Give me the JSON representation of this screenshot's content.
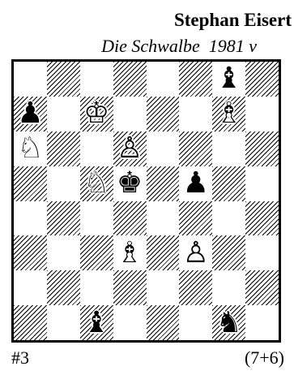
{
  "header": {
    "author": "Stephan Eisert",
    "source": "Die Schwalbe  1981 v"
  },
  "board": {
    "files": [
      "a",
      "b",
      "c",
      "d",
      "e",
      "f",
      "g",
      "h"
    ],
    "ranks": [
      8,
      7,
      6,
      5,
      4,
      3,
      2,
      1
    ],
    "light_color": "#ffffff",
    "dark_pattern": "diagonal-hatch",
    "pieces": [
      {
        "square": "g8",
        "color": "black",
        "type": "bishop",
        "glyph": "♝",
        "name": "black-bishop-icon"
      },
      {
        "square": "a7",
        "color": "black",
        "type": "pawn",
        "glyph": "♟",
        "name": "black-pawn-icon"
      },
      {
        "square": "c7",
        "color": "white",
        "type": "king",
        "glyph": "♔",
        "name": "white-king-icon"
      },
      {
        "square": "g7",
        "color": "white",
        "type": "bishop",
        "glyph": "♗",
        "name": "white-bishop-icon"
      },
      {
        "square": "a6",
        "color": "white",
        "type": "knight",
        "glyph": "♘",
        "name": "white-knight-icon"
      },
      {
        "square": "d6",
        "color": "white",
        "type": "pawn",
        "glyph": "♙",
        "name": "white-pawn-icon"
      },
      {
        "square": "c5",
        "color": "white",
        "type": "knight",
        "glyph": "♘",
        "name": "white-knight-icon"
      },
      {
        "square": "d5",
        "color": "black",
        "type": "king",
        "glyph": "♚",
        "name": "black-king-icon"
      },
      {
        "square": "f5",
        "color": "black",
        "type": "pawn",
        "glyph": "♟",
        "name": "black-pawn-icon"
      },
      {
        "square": "d3",
        "color": "white",
        "type": "bishop",
        "glyph": "♗",
        "name": "white-bishop-icon"
      },
      {
        "square": "f3",
        "color": "white",
        "type": "pawn",
        "glyph": "♙",
        "name": "white-pawn-icon"
      },
      {
        "square": "c1",
        "color": "black",
        "type": "bishop",
        "glyph": "♝",
        "name": "black-bishop-icon"
      },
      {
        "square": "g1",
        "color": "black",
        "type": "knight",
        "glyph": "♞",
        "name": "black-knight-icon"
      }
    ]
  },
  "footer": {
    "stipulation": "#3",
    "piece_count": "(7+6)"
  }
}
